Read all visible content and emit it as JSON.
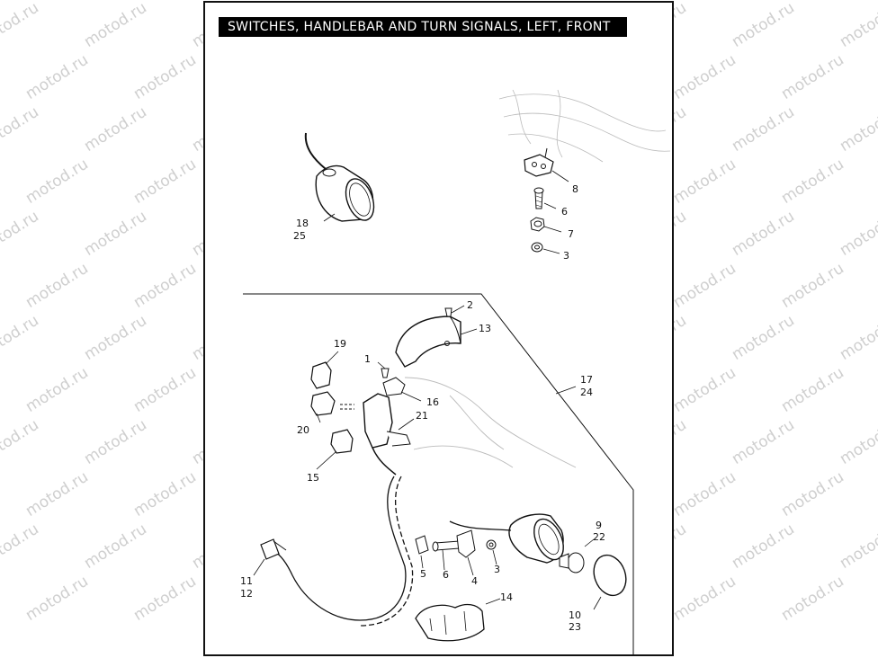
{
  "title": "SWITCHES, HANDLEBAR AND TURN SIGNALS, LEFT, FRONT",
  "watermark": "motod.ru",
  "callouts": {
    "c1": "1",
    "c2": "2",
    "c3a": "3",
    "c3b": "3",
    "c4": "4",
    "c5": "5",
    "c6a": "6",
    "c6b": "6",
    "c7": "7",
    "c8": "8",
    "c9": "9",
    "c22": "22",
    "c10": "10",
    "c23": "23",
    "c11": "11",
    "c12": "12",
    "c13": "13",
    "c14": "14",
    "c15": "15",
    "c16": "16",
    "c17": "17",
    "c24": "24",
    "c18": "18",
    "c25": "25",
    "c19": "19",
    "c20": "20",
    "c21": "21"
  }
}
